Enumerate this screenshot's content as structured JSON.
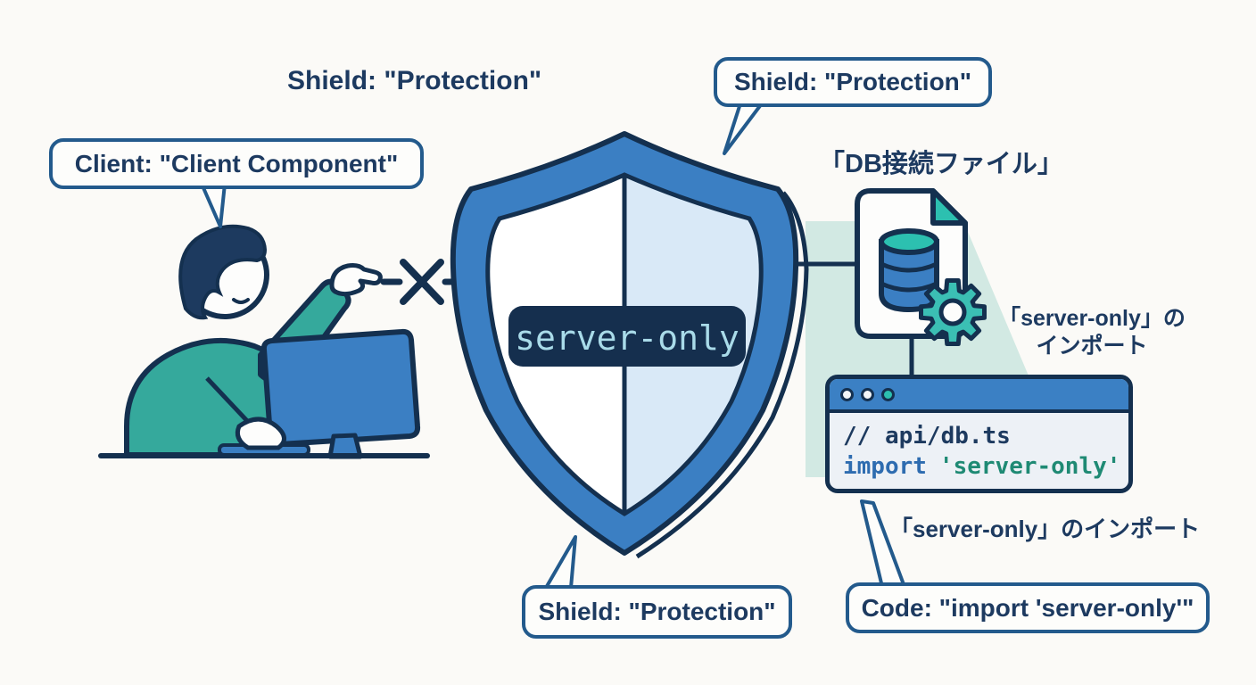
{
  "labels": {
    "shield_top_left": "Shield: \"Protection\"",
    "shield_top_right": "Shield: \"Protection\"",
    "client": "Client: \"Client Component\"",
    "shield_bottom": "Shield: \"Protection\"",
    "code_callout": "Code: \"import 'server-only'\""
  },
  "shield": {
    "badge": "server-only"
  },
  "db_file_label": "「DB接続ファイル」",
  "import_note_side": {
    "line1": "「server-only」の",
    "line2": "インポート"
  },
  "import_note_bottom": "「server-only」のインポート",
  "code_window": {
    "comment_line": "// api/db.ts",
    "import_keyword": "import",
    "import_string": "'server-only'"
  },
  "colors": {
    "background": "#fbfaf7",
    "outline_navy": "#14304f",
    "text_navy": "#1d3a60",
    "bubble_border": "#235a8c",
    "shield_blue": "#3b7fc3",
    "shield_inner_right": "#d9e9f7",
    "badge_bg": "#152f4e",
    "badge_text": "#a9dbe9",
    "teal": "#35a99c",
    "icon_teal": "#2cc0b0",
    "mint_bg": "#d2e9e3",
    "code_keyword": "#2e6cb0",
    "code_string": "#1f8a74",
    "titlebar_blue": "#3b80c4"
  }
}
